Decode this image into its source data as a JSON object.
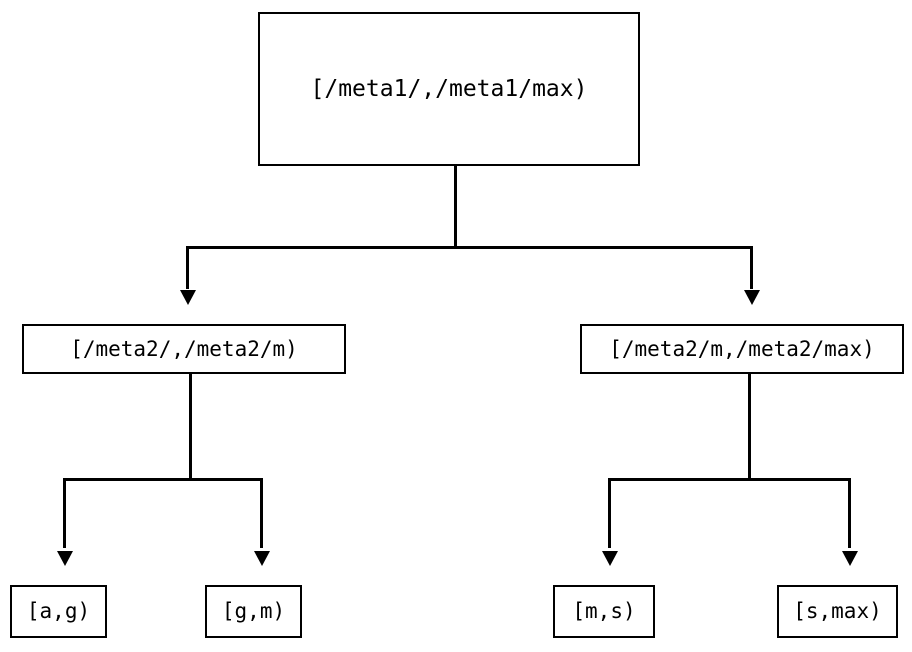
{
  "diagram": {
    "title": "range-partition-tree",
    "type": "binary-tree",
    "background_color": "#ffffff",
    "stroke_color": "#000000",
    "nodes": {
      "root": {
        "label": "[/meta1/,/meta1/max)"
      },
      "mid_left": {
        "label": "[/meta2/,/meta2/m)"
      },
      "mid_right": {
        "label": "[/meta2/m,/meta2/max)"
      },
      "leaf_1": {
        "label": "[a,g)"
      },
      "leaf_2": {
        "label": "[g,m)"
      },
      "leaf_3": {
        "label": "[m,s)"
      },
      "leaf_4": {
        "label": "[s,max)"
      }
    },
    "edges": [
      {
        "from": "root",
        "to": "mid_left",
        "arrow": "down"
      },
      {
        "from": "root",
        "to": "mid_right",
        "arrow": "down"
      },
      {
        "from": "mid_left",
        "to": "leaf_1",
        "arrow": "down"
      },
      {
        "from": "mid_left",
        "to": "leaf_2",
        "arrow": "down"
      },
      {
        "from": "mid_right",
        "to": "leaf_3",
        "arrow": "down"
      },
      {
        "from": "mid_right",
        "to": "leaf_4",
        "arrow": "down"
      }
    ]
  }
}
